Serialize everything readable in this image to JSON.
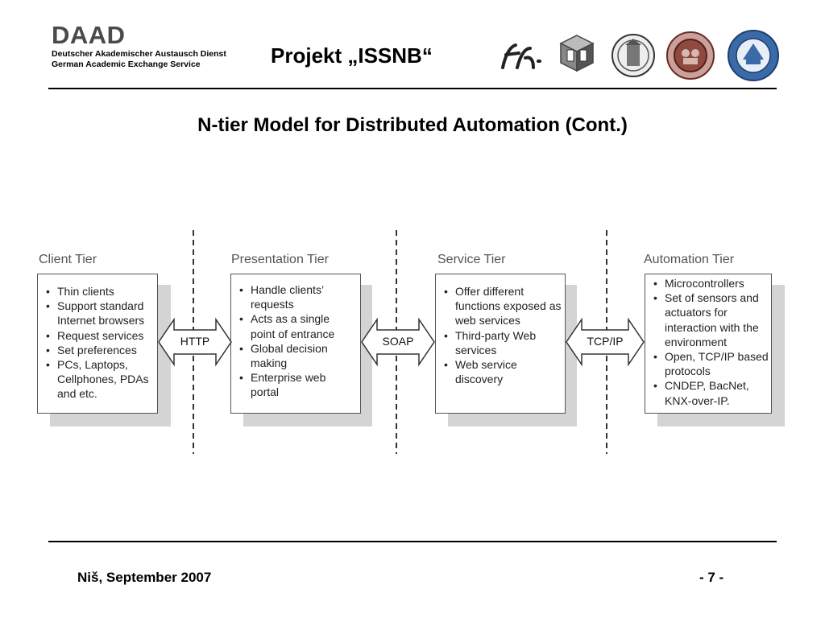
{
  "header": {
    "logo": "DAAD",
    "org_line1": "Deutscher Akademischer Austausch Dienst",
    "org_line2": "German Academic Exchange Service",
    "project": "Projekt „ISSNB“"
  },
  "slide_title": "N-tier Model for Distributed Automation (Cont.)",
  "tiers": [
    {
      "title": "Client Tier",
      "items": [
        "Thin clients",
        "Support standard Internet browsers",
        "Request services",
        "Set preferences",
        "PCs, Laptops, Cellphones, PDAs and etc."
      ]
    },
    {
      "title": "Presentation Tier",
      "items": [
        "Handle clients’ requests",
        "Acts as a single point of entrance",
        "Global decision making",
        "Enterprise web portal"
      ]
    },
    {
      "title": "Service Tier",
      "items": [
        "Offer different functions exposed as web services",
        "Third-party Web services",
        "Web service discovery"
      ]
    },
    {
      "title": "Automation Tier",
      "items": [
        "Microcontrollers",
        "Set of sensors and actuators for interaction with the environment",
        "Open, TCP/IP based protocols",
        "CNDEP, BacNet, KNX-over-IP."
      ]
    }
  ],
  "connectors": [
    "HTTP",
    "SOAP",
    "TCP/IP"
  ],
  "footer": {
    "location_date": "Niš, September 2007",
    "page": "- 7 -"
  }
}
